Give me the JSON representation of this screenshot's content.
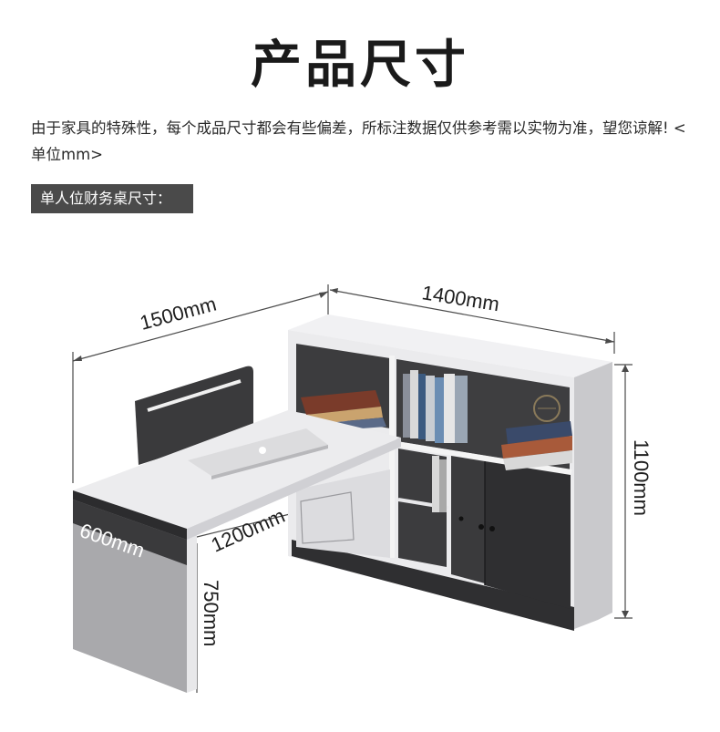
{
  "title": "产品尺寸",
  "description": "由于家具的特殊性，每个成品尺寸都会有些偏差，所标注数据仅供参考需以实物为准，望您谅解! <单位mm>",
  "section_label": "单人位财务桌尺寸：",
  "dimensions": {
    "desk_length": "1500mm",
    "cabinet_length": "1400mm",
    "cabinet_height": "1100mm",
    "desk_depth": "600mm",
    "return_length": "1200mm",
    "desk_height": "750mm"
  },
  "colors": {
    "dark_panel": "#3e3e40",
    "light_panel": "#e4e4e6",
    "white_top": "#f4f4f4",
    "tag_bg": "#4a4a4a"
  }
}
